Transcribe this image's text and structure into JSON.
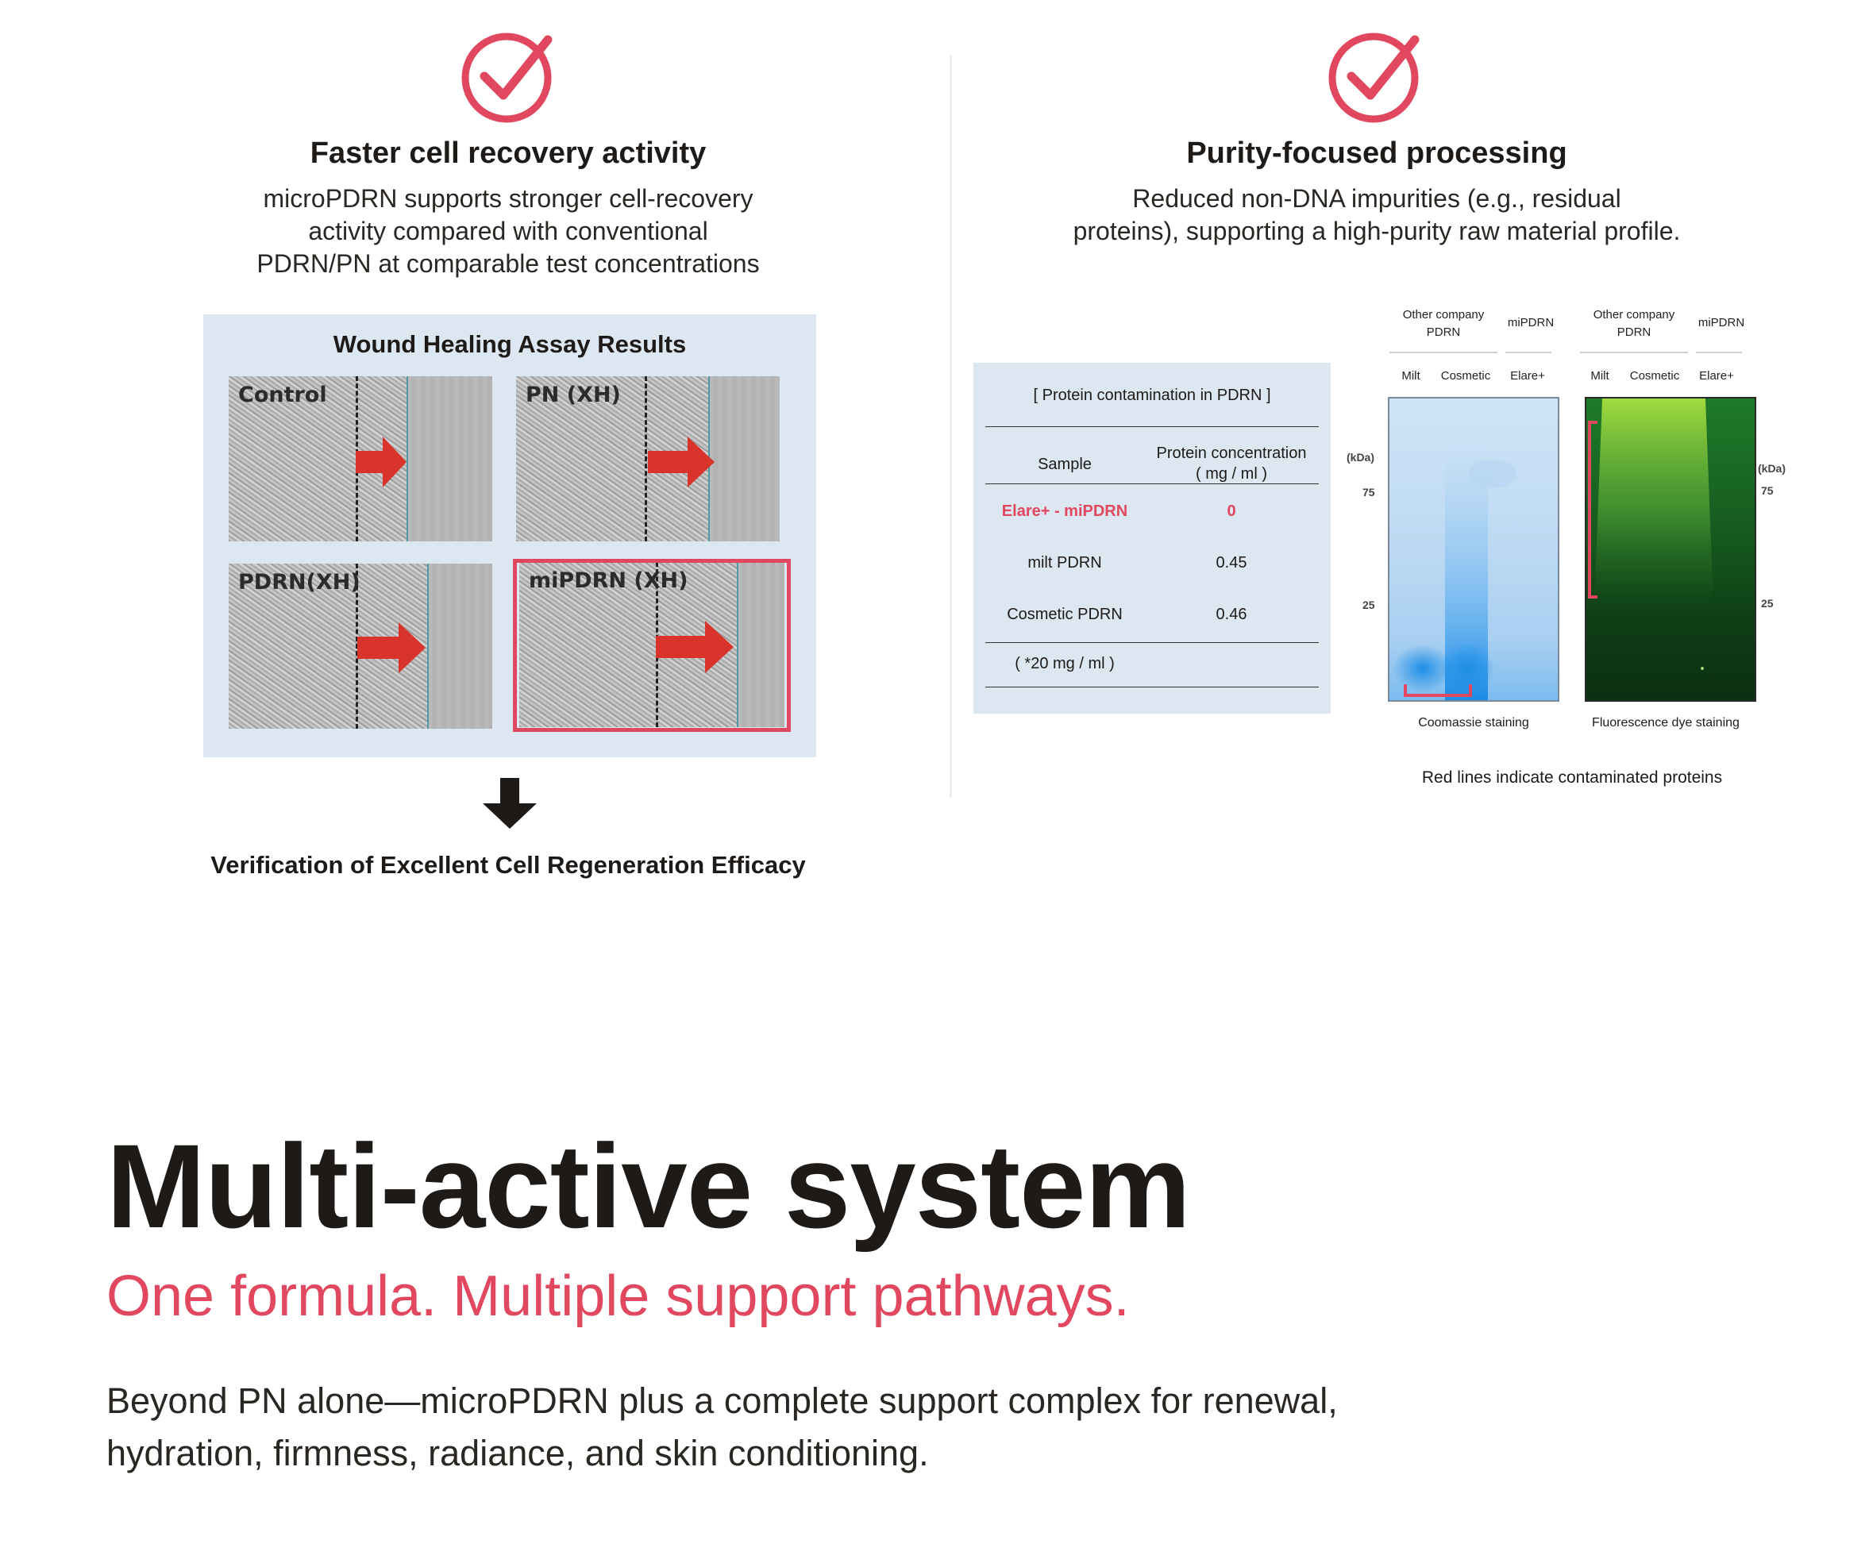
{
  "left_panel": {
    "title": "Faster cell recovery activity",
    "description_lines": [
      "microPDRN supports stronger cell-recovery",
      "activity compared with conventional",
      "PDRN/PN at comparable test concentrations"
    ],
    "assay": {
      "title": "Wound Healing Assay Results",
      "panels": [
        "Control",
        "PN (XH)",
        "PDRN(XH)",
        "miPDRN (XH)"
      ]
    },
    "conclusion": "Verification of Excellent Cell Regeneration Efficacy"
  },
  "right_panel": {
    "title": "Purity-focused processing",
    "description_lines": [
      "Reduced non-DNA impurities (e.g., residual",
      "proteins), supporting a high-purity raw material profile."
    ],
    "table": {
      "caption": "[ Protein contamination in PDRN ]",
      "header": {
        "sample": "Sample",
        "concentration_line1": "Protein concentration",
        "concentration_line2": "( mg / ml )"
      },
      "rows": [
        {
          "sample": "Elare+ - miPDRN",
          "value": "0"
        },
        {
          "sample": "milt PDRN",
          "value": "0.45"
        },
        {
          "sample": "Cosmetic PDRN",
          "value": "0.46"
        }
      ],
      "footnote": "( *20 mg / ml )"
    },
    "gels": {
      "group_other_line1": "Other company",
      "group_other_line2": "PDRN",
      "group_mi": "miPDRN",
      "lanes": [
        "Milt",
        "Cosmetic",
        "Elare+"
      ],
      "kda_label": "(kDa)",
      "markers": [
        "75",
        "25"
      ],
      "caption_coomassie": "Coomassie staining",
      "caption_fluorescence": "Fluorescence dye staining",
      "note": "Red lines indicate contaminated proteins"
    }
  },
  "bottom": {
    "title": "Multi-active system",
    "subtitle": "One formula. Multiple support pathways.",
    "body_line1": "Beyond PN alone—microPDRN plus a complete support complex for renewal,",
    "body_line2": "hydration, firmness, radiance, and skin conditioning."
  },
  "colors": {
    "accent": "#e1475e",
    "text": "#1d1a17",
    "panel_bg": "#dce7f2"
  },
  "icons": [
    "check-circle-icon",
    "down-arrow-icon",
    "right-arrow-icon"
  ]
}
